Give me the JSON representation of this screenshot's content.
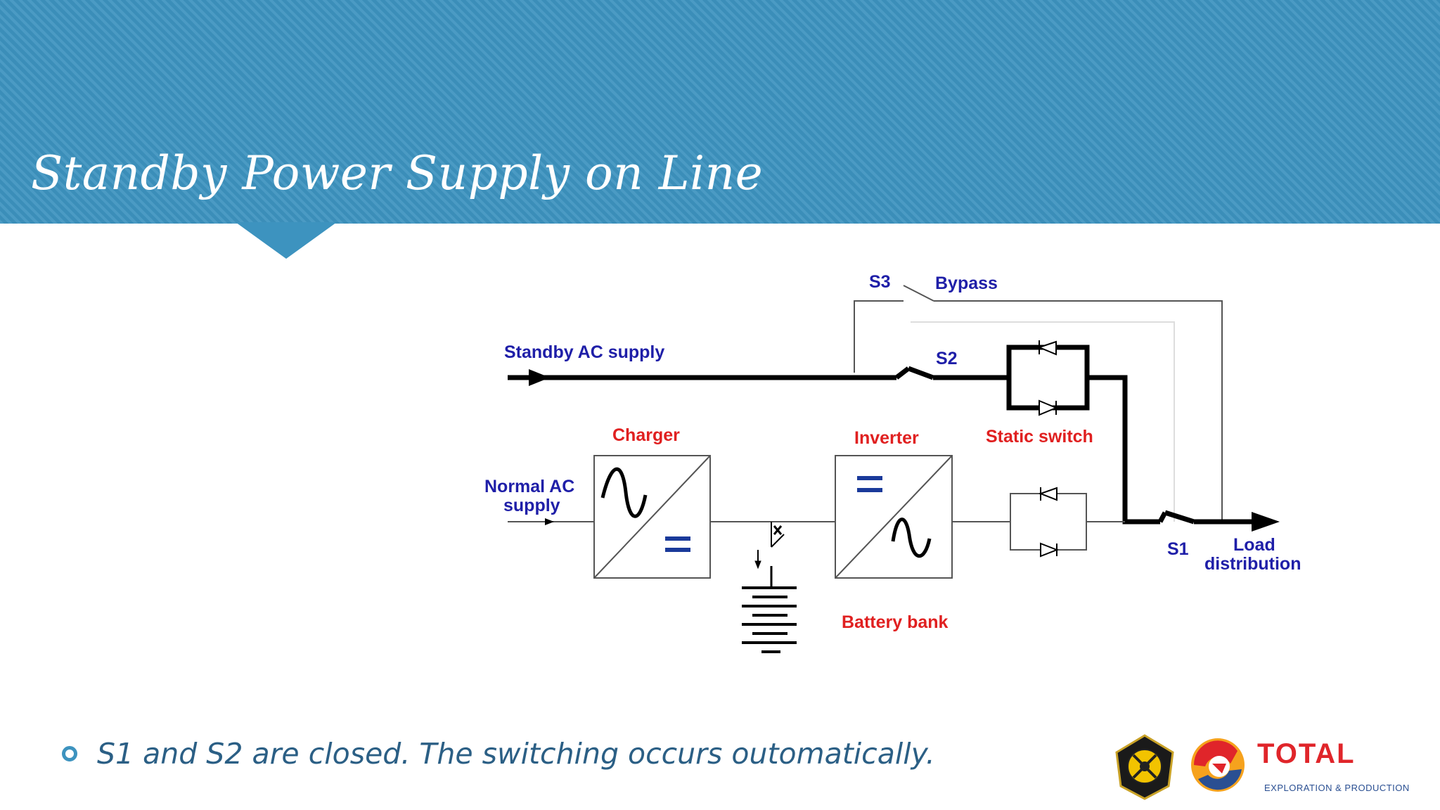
{
  "slide": {
    "title": "Standby Power Supply on Line",
    "bullet": "S1 and S2 are closed. The switching occurs outomatically."
  },
  "diagram": {
    "labels": {
      "s3": "S3",
      "bypass": "Bypass",
      "standby_ac": "Standby AC supply",
      "s2": "S2",
      "charger": "Charger",
      "inverter": "Inverter",
      "static_switch": "Static switch",
      "normal_ac_line1": "Normal AC",
      "normal_ac_line2": "supply",
      "s1": "S1",
      "load_line1": "Load",
      "load_line2": "distribution",
      "battery_bank": "Battery bank"
    }
  },
  "logos": {
    "total_word": "TOTAL",
    "total_sub": "EXPLORATION & PRODUCTION"
  },
  "colors": {
    "header": "#3d93bf",
    "label_blue": "#1f1fa8",
    "label_red": "#e02020",
    "bullet_text": "#2b5f85",
    "total_red": "#e0252a",
    "total_blue": "#2a4f92"
  }
}
